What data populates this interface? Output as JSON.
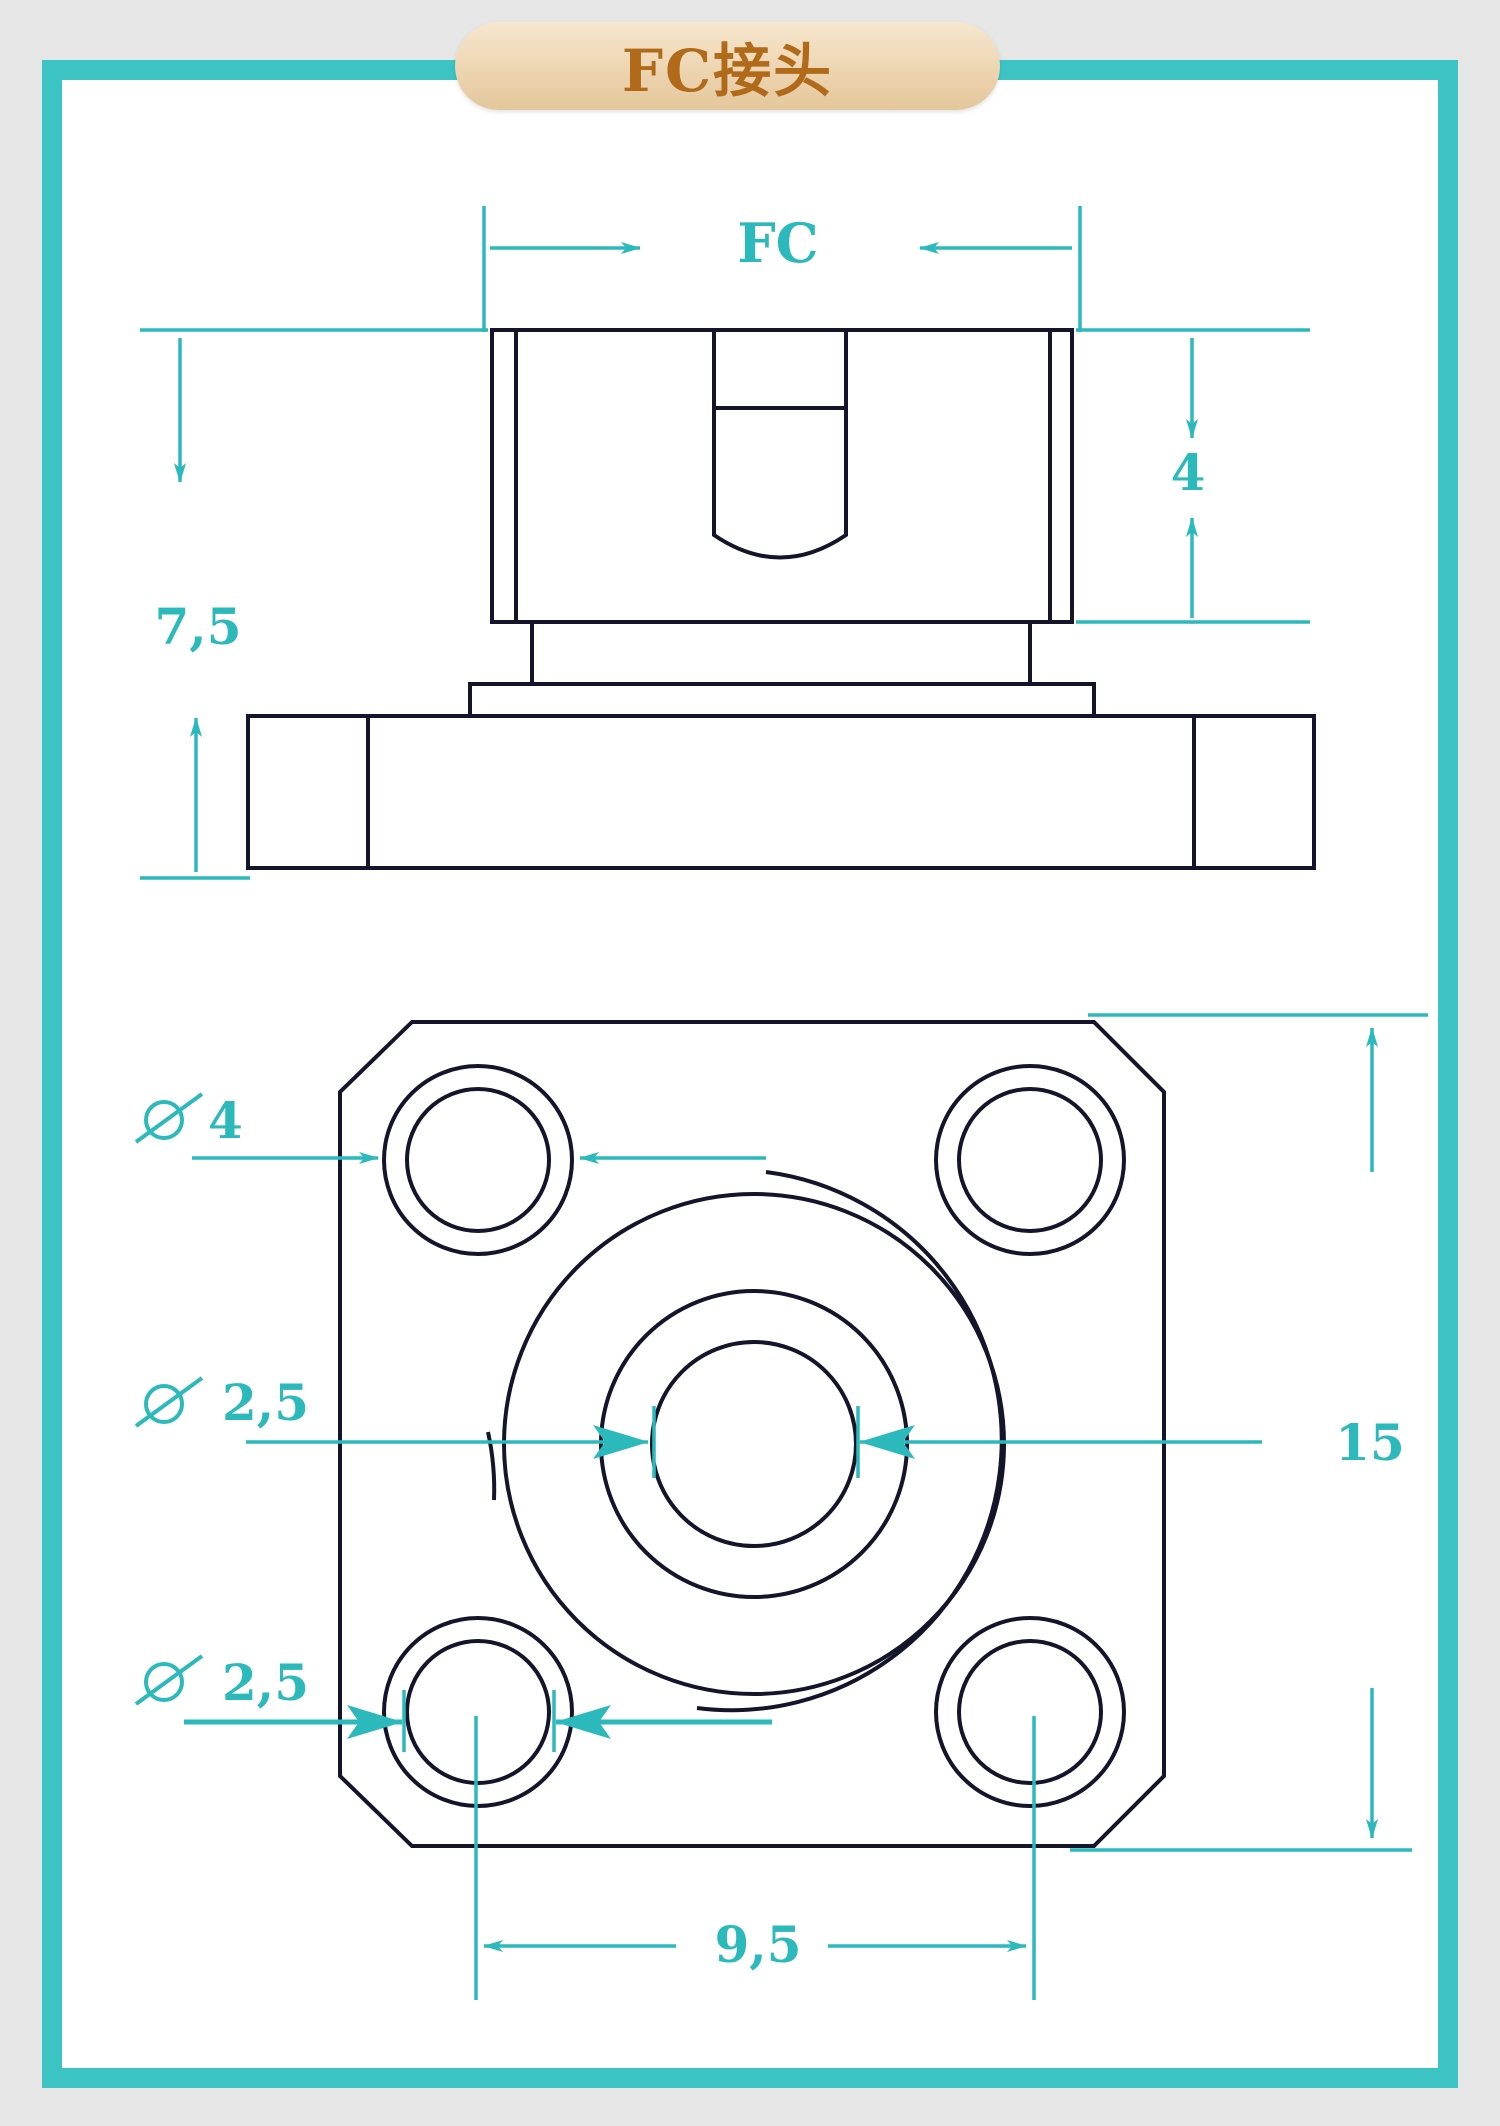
{
  "title": "FC接头",
  "colors": {
    "accent": "#2bb9bb",
    "frame": "#3cc4c4",
    "line": "#14142a",
    "pill": "#ecd3ae",
    "title_text": "#b06a1a"
  },
  "labels": {
    "connector": "FC",
    "height_total": "7,5",
    "height_top": "4",
    "dia_mount_hole": "4",
    "dia_center": "2,5",
    "dia_corner_hole": "2,5",
    "flange_size": "15",
    "hole_spacing": "9,5",
    "diameter_symbol": "⌀"
  }
}
